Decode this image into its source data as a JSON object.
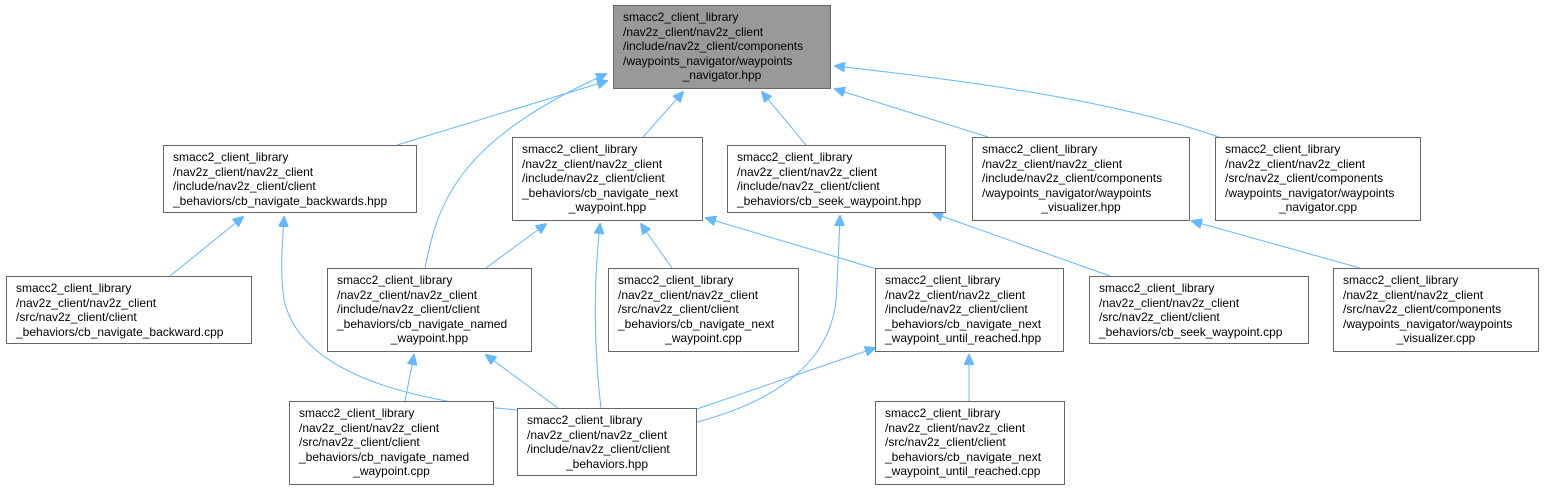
{
  "colors": {
    "edge": "#63b8ff",
    "node_border": "#666666",
    "root_fill": "#999999"
  },
  "nodes": [
    {
      "id": "root",
      "lines": [
        "smacc2_client_library",
        "/nav2z_client/nav2z_client",
        "/include/nav2z_client/components",
        "/waypoints_navigator/waypoints",
        "_navigator.hpp"
      ]
    },
    {
      "id": "cb_backwards_hpp",
      "lines": [
        "smacc2_client_library",
        "/nav2z_client/nav2z_client",
        "/include/nav2z_client/client",
        "_behaviors/cb_navigate_backwards.hpp"
      ]
    },
    {
      "id": "cb_next_wp_hpp",
      "lines": [
        "smacc2_client_library",
        "/nav2z_client/nav2z_client",
        "/include/nav2z_client/client",
        "_behaviors/cb_navigate_next",
        "_waypoint.hpp"
      ]
    },
    {
      "id": "cb_seek_wp_hpp",
      "lines": [
        "smacc2_client_library",
        "/nav2z_client/nav2z_client",
        "/include/nav2z_client/client",
        "_behaviors/cb_seek_waypoint.hpp"
      ]
    },
    {
      "id": "wp_visualizer_hpp",
      "lines": [
        "smacc2_client_library",
        "/nav2z_client/nav2z_client",
        "/include/nav2z_client/components",
        "/waypoints_navigator/waypoints",
        "_visualizer.hpp"
      ]
    },
    {
      "id": "wp_navigator_cpp",
      "lines": [
        "smacc2_client_library",
        "/nav2z_client/nav2z_client",
        "/src/nav2z_client/components",
        "/waypoints_navigator/waypoints",
        "_navigator.cpp"
      ]
    },
    {
      "id": "cb_backward_cpp",
      "lines": [
        "smacc2_client_library",
        "/nav2z_client/nav2z_client",
        "/src/nav2z_client/client",
        "_behaviors/cb_navigate_backward.cpp"
      ]
    },
    {
      "id": "cb_named_wp_hpp",
      "lines": [
        "smacc2_client_library",
        "/nav2z_client/nav2z_client",
        "/include/nav2z_client/client",
        "_behaviors/cb_navigate_named",
        "_waypoint.hpp"
      ]
    },
    {
      "id": "cb_next_wp_cpp",
      "lines": [
        "smacc2_client_library",
        "/nav2z_client/nav2z_client",
        "/src/nav2z_client/client",
        "_behaviors/cb_navigate_next",
        "_waypoint.cpp"
      ]
    },
    {
      "id": "cb_next_until_hpp",
      "lines": [
        "smacc2_client_library",
        "/nav2z_client/nav2z_client",
        "/include/nav2z_client/client",
        "_behaviors/cb_navigate_next",
        "_waypoint_until_reached.hpp"
      ]
    },
    {
      "id": "cb_seek_wp_cpp",
      "lines": [
        "smacc2_client_library",
        "/nav2z_client/nav2z_client",
        "/src/nav2z_client/client",
        "_behaviors/cb_seek_waypoint.cpp"
      ]
    },
    {
      "id": "wp_visualizer_cpp",
      "lines": [
        "smacc2_client_library",
        "/nav2z_client/nav2z_client",
        "/src/nav2z_client/components",
        "/waypoints_navigator/waypoints",
        "_visualizer.cpp"
      ]
    },
    {
      "id": "cb_named_wp_cpp",
      "lines": [
        "smacc2_client_library",
        "/nav2z_client/nav2z_client",
        "/src/nav2z_client/client",
        "_behaviors/cb_navigate_named",
        "_waypoint.cpp"
      ]
    },
    {
      "id": "client_behaviors_hpp",
      "lines": [
        "smacc2_client_library",
        "/nav2z_client/nav2z_client",
        "/include/nav2z_client/client",
        "_behaviors.hpp"
      ]
    },
    {
      "id": "cb_next_until_cpp",
      "lines": [
        "smacc2_client_library",
        "/nav2z_client/nav2z_client",
        "/src/nav2z_client/client",
        "_behaviors/cb_navigate_next",
        "_waypoint_until_reached.cpp"
      ]
    }
  ],
  "edges": [
    {
      "from": "cb_backwards_hpp",
      "to": "root"
    },
    {
      "from": "cb_named_wp_hpp",
      "to": "root"
    },
    {
      "from": "cb_next_wp_hpp",
      "to": "root"
    },
    {
      "from": "cb_seek_wp_hpp",
      "to": "root"
    },
    {
      "from": "wp_visualizer_hpp",
      "to": "root"
    },
    {
      "from": "wp_navigator_cpp",
      "to": "root"
    },
    {
      "from": "cb_backward_cpp",
      "to": "cb_backwards_hpp"
    },
    {
      "from": "client_behaviors_hpp",
      "to": "cb_backwards_hpp"
    },
    {
      "from": "cb_named_wp_hpp",
      "to": "cb_next_wp_hpp"
    },
    {
      "from": "cb_next_wp_cpp",
      "to": "cb_next_wp_hpp"
    },
    {
      "from": "cb_next_until_hpp",
      "to": "cb_next_wp_hpp"
    },
    {
      "from": "client_behaviors_hpp",
      "to": "cb_next_wp_hpp"
    },
    {
      "from": "client_behaviors_hpp",
      "to": "cb_seek_wp_hpp"
    },
    {
      "from": "cb_seek_wp_cpp",
      "to": "cb_seek_wp_hpp"
    },
    {
      "from": "wp_visualizer_cpp",
      "to": "wp_visualizer_hpp"
    },
    {
      "from": "cb_named_wp_cpp",
      "to": "cb_named_wp_hpp"
    },
    {
      "from": "client_behaviors_hpp",
      "to": "cb_named_wp_hpp"
    },
    {
      "from": "client_behaviors_hpp",
      "to": "cb_next_until_hpp"
    },
    {
      "from": "cb_next_until_cpp",
      "to": "cb_next_until_hpp"
    }
  ]
}
